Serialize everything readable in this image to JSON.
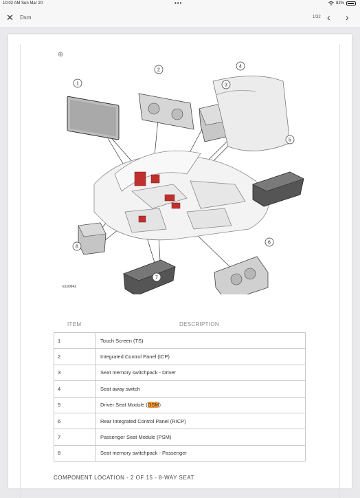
{
  "status_bar": {
    "time": "10:02 AM  Sun Mar 20",
    "dots": "•••",
    "battery": "82%"
  },
  "nav": {
    "title": "Dsm",
    "page_indicator": "1/32"
  },
  "figure": {
    "id": "E190942",
    "callouts": [
      "1",
      "2",
      "3",
      "4",
      "5",
      "6",
      "7",
      "8"
    ],
    "highlight_color": "#c0302c"
  },
  "table": {
    "headers": {
      "item": "ITEM",
      "description": "DESCRIPTION"
    },
    "rows": [
      {
        "item": "1",
        "pre": "Touch Screen (TS)",
        "hl": "",
        "post": ""
      },
      {
        "item": "2",
        "pre": "Integrated Control Panel (ICP)",
        "hl": "",
        "post": ""
      },
      {
        "item": "3",
        "pre": "Seat memory switchpack - Driver",
        "hl": "",
        "post": ""
      },
      {
        "item": "4",
        "pre": "Seat away switch",
        "hl": "",
        "post": ""
      },
      {
        "item": "5",
        "pre": "Driver Seat Module (",
        "hl": "DSM",
        "post": ")"
      },
      {
        "item": "6",
        "pre": "Rear Integrated Control Panel (RICP)",
        "hl": "",
        "post": ""
      },
      {
        "item": "7",
        "pre": "Passenger Seat Module (PSM)",
        "hl": "",
        "post": ""
      },
      {
        "item": "8",
        "pre": "Seat memory switchpack - Passenger",
        "hl": "",
        "post": ""
      }
    ],
    "search_highlight_color": "#f29b3c"
  },
  "footer_text": "COMPONENT LOCATION - 2 OF 15 - 8-WAY SEAT"
}
